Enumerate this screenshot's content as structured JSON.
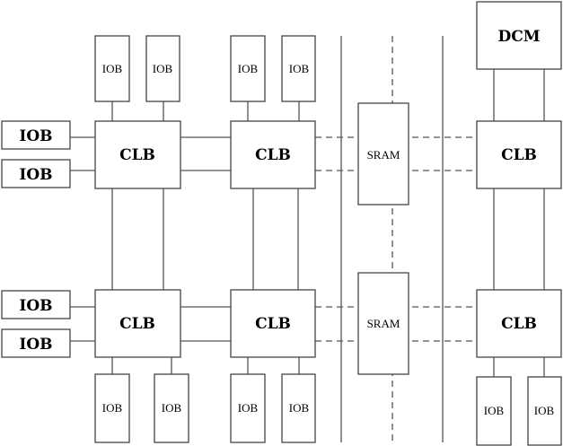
{
  "labels": {
    "clb": "CLB",
    "iob": "IOB",
    "sram": "SRAM",
    "dcm": "DCM"
  }
}
